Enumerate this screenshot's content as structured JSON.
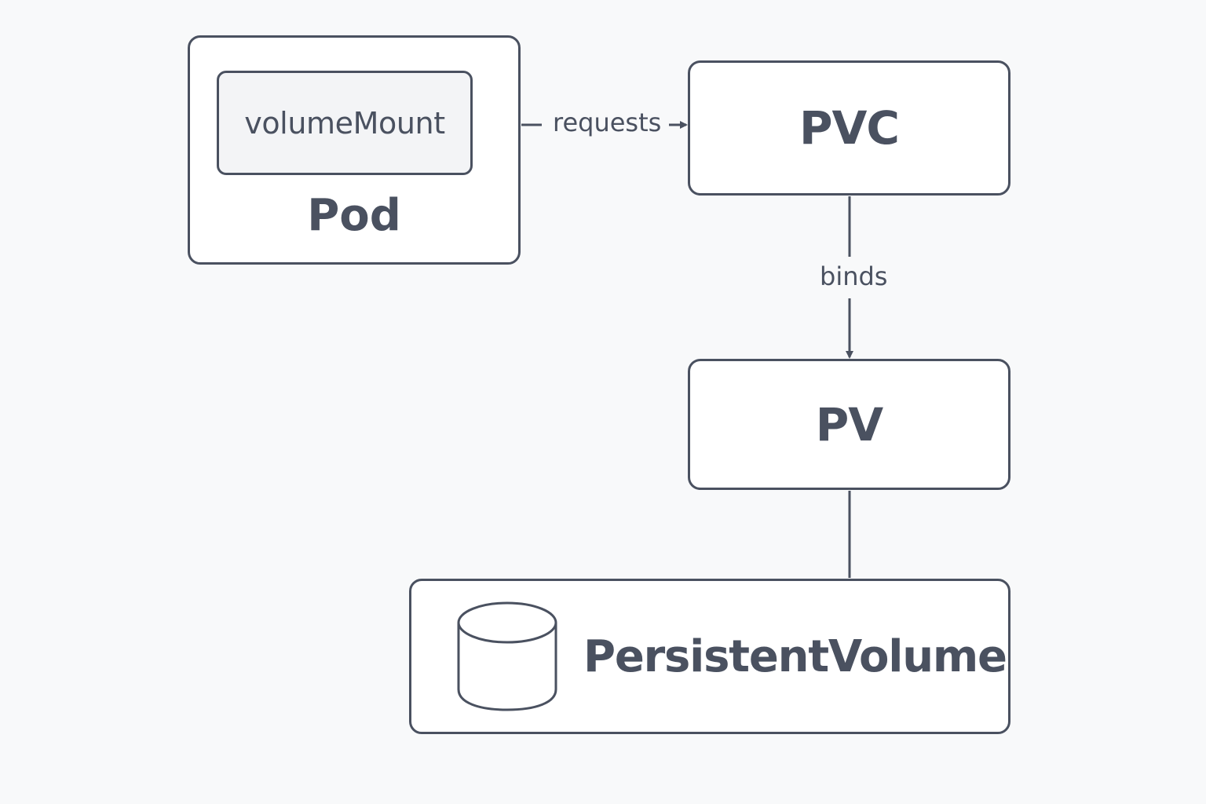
{
  "diagram": {
    "nodes": {
      "pod": {
        "label": "Pod"
      },
      "volume_mount": {
        "label": "volumeMount"
      },
      "pvc": {
        "label": "PVC"
      },
      "pv": {
        "label": "PV"
      },
      "persistent_volume": {
        "label": "PersistentVolume",
        "icon": "database-cylinder-icon"
      }
    },
    "edges": {
      "pod_to_pvc": {
        "label": "requests",
        "from": "Pod",
        "to": "PVC"
      },
      "pvc_to_pv": {
        "label": "binds",
        "from": "PVC",
        "to": "PV"
      },
      "pv_to_persistent_volume": {
        "label": "",
        "from": "PV",
        "to": "PersistentVolume"
      }
    },
    "colors": {
      "background": "#f8f9fa",
      "stroke": "#4a5160",
      "box_fill": "#ffffff",
      "inner_fill": "#f3f4f6"
    }
  }
}
